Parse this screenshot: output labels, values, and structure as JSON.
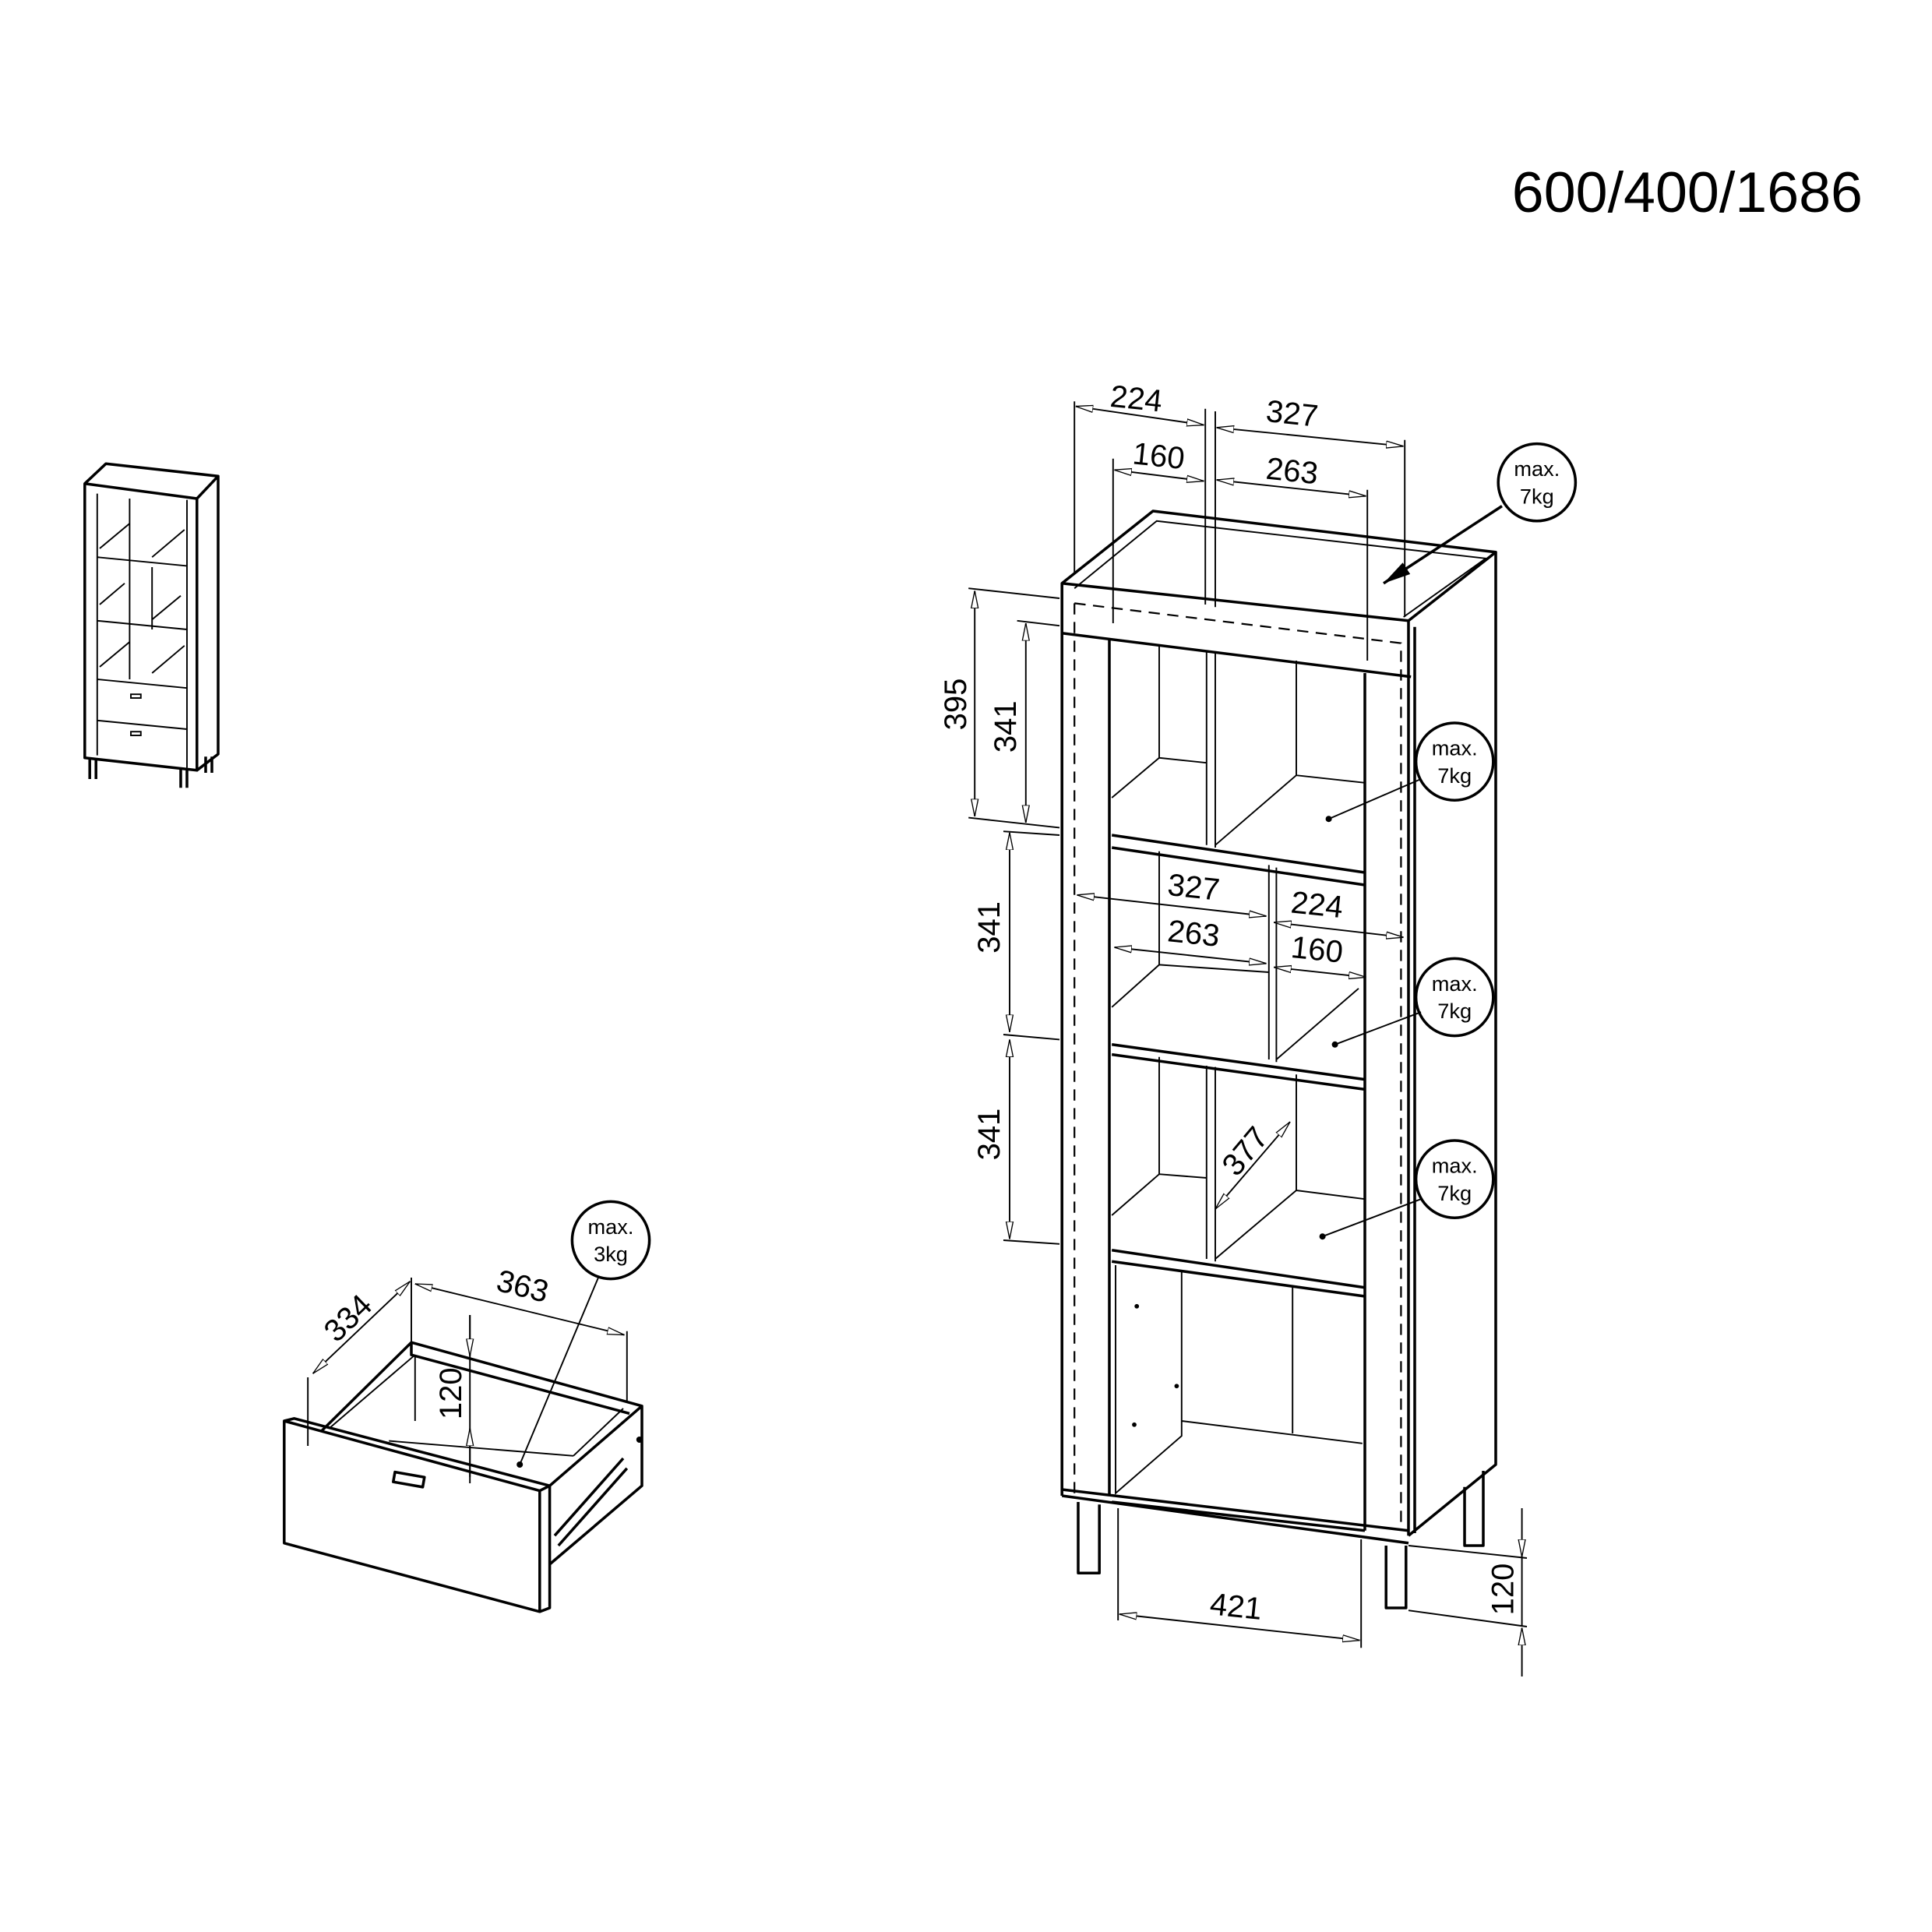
{
  "title": "600/400/1686",
  "top_dims": {
    "d224": "224",
    "d327": "327",
    "d160": "160",
    "d263": "263"
  },
  "left_dims": {
    "d395": "395",
    "d341a": "341",
    "d341b": "341",
    "d341c": "341"
  },
  "mid_dims": {
    "d327": "327",
    "d263": "263",
    "d224": "224",
    "d160": "160"
  },
  "diag_dim": "377",
  "bottom_dims": {
    "d421": "421",
    "d120": "120"
  },
  "drawer_dims": {
    "d334": "334",
    "d363": "363",
    "d120": "120"
  },
  "load_labels": [
    {
      "line1": "max.",
      "line2": "7kg"
    },
    {
      "line1": "max.",
      "line2": "7kg"
    },
    {
      "line1": "max.",
      "line2": "7kg"
    },
    {
      "line1": "max.",
      "line2": "7kg"
    },
    {
      "line1": "max.",
      "line2": "3kg"
    }
  ]
}
